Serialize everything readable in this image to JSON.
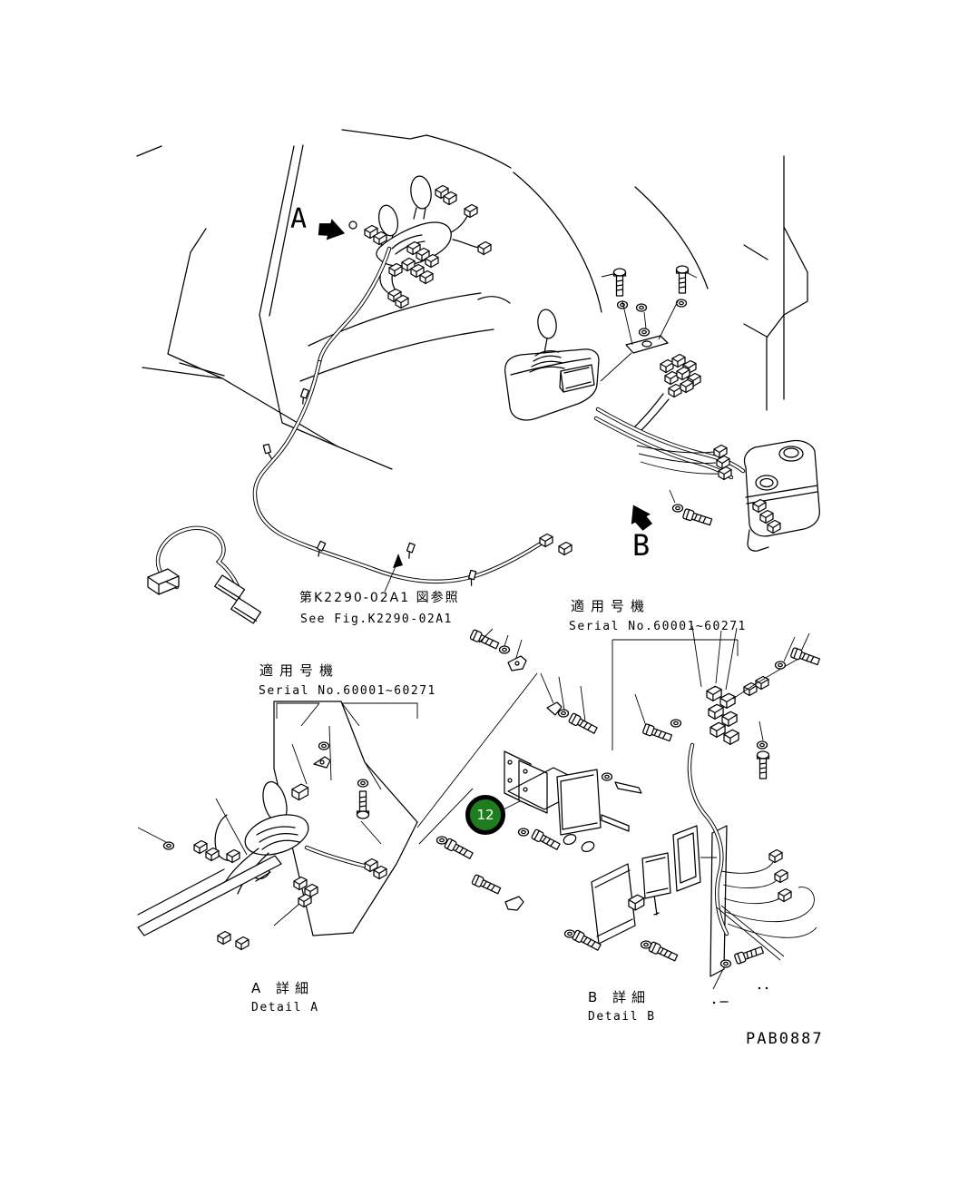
{
  "diagram": {
    "figure_code": "PAB0887",
    "callout_a": "A",
    "callout_b": "B",
    "figure_reference": {
      "jp": "第K2290-02A1 図参照",
      "en": "See Fig.K2290-02A1"
    },
    "serial_left": {
      "jp": "適用号機",
      "en": "Serial No.60001~60271"
    },
    "serial_right": {
      "jp": "適用号機",
      "en": "Serial No.60001~60271"
    },
    "detail_a": {
      "jp": "A 詳細",
      "en": "Detail A"
    },
    "detail_b": {
      "jp": "B 詳細",
      "en": "Detail B"
    },
    "marker": {
      "number": "12"
    },
    "colors": {
      "marker_fill": "#1e7d1e",
      "marker_ring": "#000000",
      "marker_text": "#ffffff",
      "line": "#000000",
      "background": "#ffffff"
    }
  }
}
